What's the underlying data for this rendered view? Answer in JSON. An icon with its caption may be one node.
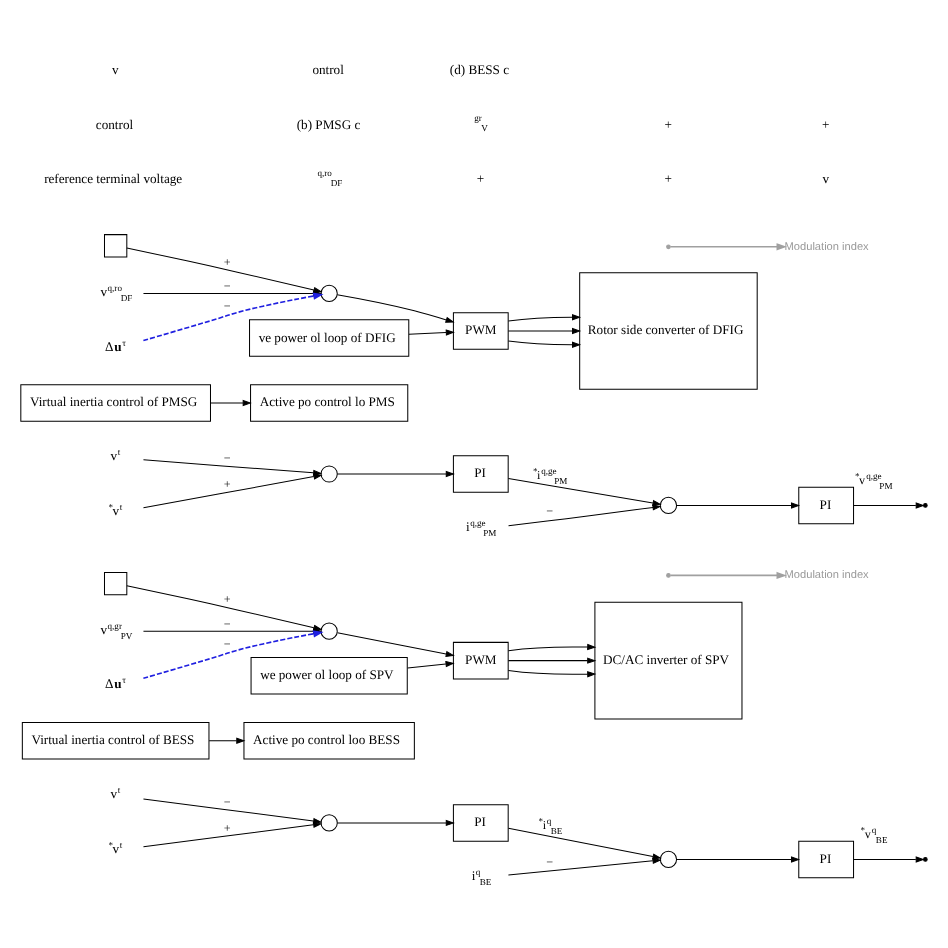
{
  "diagram": {
    "nodes": [
      {
        "text": [],
        "shape": "box"
      },
      {
        "text": [],
        "shape": "circle"
      },
      {
        "text": [
          "PWM"
        ]
      },
      {
        "text": [
          "Rotor side converter of DFIG"
        ]
      },
      {
        "text": [
          "ve power ol loop of DFIG"
        ]
      },
      {
        "text": [
          "v$^{q,ro}$$_{DF}$"
        ]
      },
      {
        "text": [
          "Δ**u**$^{τ}$"
        ]
      },
      {
        "text": [
          "Modulation index"
        ]
      },
      {
        "text": [
          "v$^{t}$"
        ]
      },
      {
        "text": [
          "$^{*}$v$^{t}$"
        ]
      },
      {
        "text": [],
        "shape": "circle"
      },
      {
        "text": [
          "PI"
        ]
      },
      {
        "text": [],
        "shape": "circle"
      },
      {
        "text": [
          "i$^{q,ge}$$_{PM}$"
        ]
      },
      {
        "text": [
          "PI"
        ]
      },
      {
        "text": [
          "Virtual inertia control of PMSG"
        ]
      },
      {
        "text": [
          "Active po control lo PMS"
        ]
      },
      {
        "text": [],
        "shape": "box"
      },
      {
        "text": [],
        "shape": "circle"
      },
      {
        "text": [
          "PWM"
        ]
      },
      {
        "text": [
          "DC/AC inverter of SPV"
        ]
      },
      {
        "text": [
          "we power ol loop of SPV"
        ]
      },
      {
        "text": [
          "v$^{q,gr}$$_{PV}$"
        ]
      },
      {
        "text": [
          "Δ**u**$^{τ}$"
        ]
      },
      {
        "text": [
          "Modulation index"
        ]
      },
      {
        "text": [
          "v$^{t}$"
        ]
      },
      {
        "text": [
          "$^{*}$v$^{t}$"
        ]
      },
      {
        "text": [],
        "shape": "circle"
      },
      {
        "text": [
          "PI"
        ]
      },
      {
        "text": [],
        "shape": "circle"
      },
      {
        "text": [
          "i$^{q}$$_{BE}$"
        ]
      },
      {
        "text": [
          "PI"
        ]
      },
      {
        "text": [
          "Virtual inertia control of BESS"
        ]
      },
      {
        "text": [
          "Active po control loo BESS"
        ]
      }
    ],
    "edges": [
      {
        "from": 0,
        "to": 1,
        "arrow": "to",
        "label": "+"
      },
      {
        "from": 5,
        "to": 1,
        "arrow": "to",
        "label": "−"
      },
      {
        "from": 6,
        "to": 1,
        "arrow": "to",
        "label": "−",
        "style": "dashed",
        "color": "#1f1fe0"
      },
      {
        "from": 1,
        "to": 2,
        "arrow": "to"
      },
      {
        "from": 4,
        "to": 2,
        "arrow": "to"
      },
      {
        "from": 2,
        "to": 3,
        "arrow": "to"
      },
      {
        "from": 2,
        "to": 3,
        "arrow": "to"
      },
      {
        "from": 2,
        "to": 3,
        "arrow": "to"
      },
      {
        "from": null,
        "to": 7,
        "arrow": "to",
        "color": "#a0a0a0"
      },
      {
        "from": 8,
        "to": 10,
        "arrow": "to",
        "label": "−"
      },
      {
        "from": 9,
        "to": 10,
        "arrow": "to",
        "label": "+"
      },
      {
        "from": 10,
        "to": 11,
        "arrow": "to"
      },
      {
        "from": 11,
        "to": 12,
        "arrow": "to",
        "label": "$^{*}$i$^{q,ge}$$_{PM}$"
      },
      {
        "from": 13,
        "to": 12,
        "arrow": "to",
        "label": "−"
      },
      {
        "from": 12,
        "to": 14,
        "arrow": "to"
      },
      {
        "from": 14,
        "to": null,
        "arrow": "to",
        "label": "$^{*}$v$^{q,ge}$$_{PM}$"
      },
      {
        "from": 15,
        "to": 16,
        "arrow": "to"
      },
      {
        "from": 17,
        "to": 18,
        "arrow": "to",
        "label": "+"
      },
      {
        "from": 22,
        "to": 18,
        "arrow": "to",
        "label": "−"
      },
      {
        "from": 23,
        "to": 18,
        "arrow": "to",
        "label": "−",
        "style": "dashed",
        "color": "#1f1fe0"
      },
      {
        "from": 18,
        "to": 19,
        "arrow": "to"
      },
      {
        "from": 21,
        "to": 19,
        "arrow": "to"
      },
      {
        "from": 19,
        "to": 20,
        "arrow": "to"
      },
      {
        "from": 19,
        "to": 20,
        "arrow": "to"
      },
      {
        "from": 19,
        "to": 20,
        "arrow": "to"
      },
      {
        "from": null,
        "to": 24,
        "arrow": "to",
        "color": "#a0a0a0"
      },
      {
        "from": 25,
        "to": 27,
        "arrow": "to",
        "label": "−"
      },
      {
        "from": 26,
        "to": 27,
        "arrow": "to",
        "label": "+"
      },
      {
        "from": 27,
        "to": 28,
        "arrow": "to"
      },
      {
        "from": 28,
        "to": 29,
        "arrow": "to",
        "label": "$^{*}$i$^{q}$$_{BE}$"
      },
      {
        "from": 30,
        "to": 29,
        "arrow": "to",
        "label": "−"
      },
      {
        "from": 29,
        "to": 31,
        "arrow": "to"
      },
      {
        "from": 31,
        "to": null,
        "arrow": "to",
        "label": "$^{*}$v$^{q}$$_{BE}$"
      },
      {
        "from": 32,
        "to": 33,
        "arrow": "to"
      }
    ],
    "labels": [
      "reference terminal voltage",
      "$^{q,ro}$$_{DF}$",
      "+",
      "+",
      "v",
      "control",
      "(b) PMSG c",
      "$^{gr}$$_{V}$",
      "+",
      "+",
      "v",
      "ontrol",
      "(d) BESS c"
    ]
  }
}
